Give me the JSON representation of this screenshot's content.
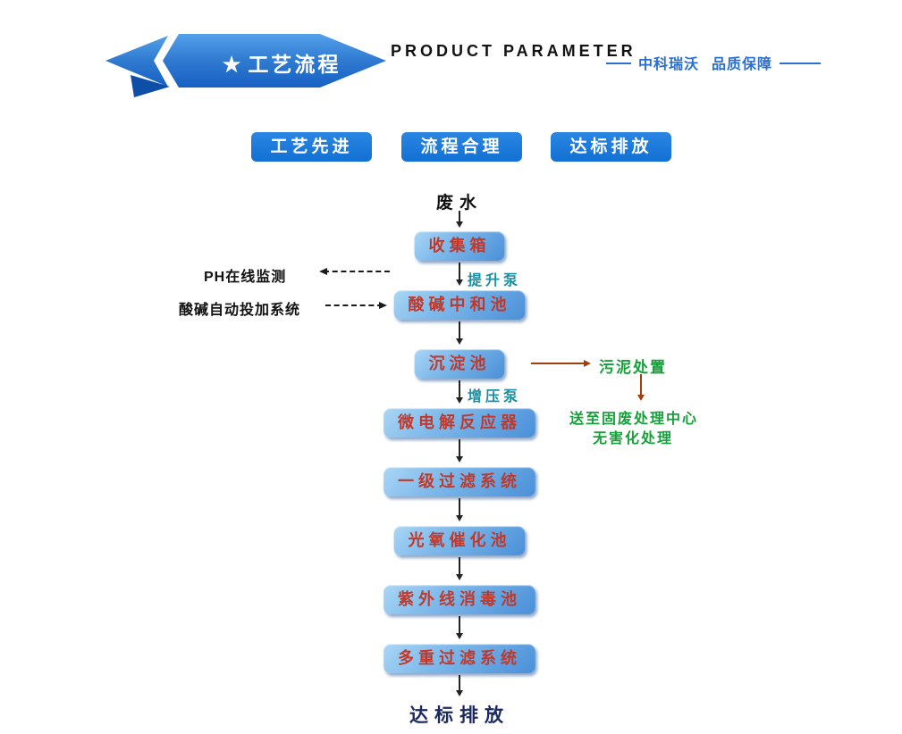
{
  "header": {
    "star": "★",
    "banner_label": "工艺流程",
    "title": "PRODUCT PARAMETER",
    "brand": "中科瑞沃",
    "slogan": "品质保障"
  },
  "badges": {
    "badge1": "工艺先进",
    "badge2": "流程合理",
    "badge3": "达标排放"
  },
  "flow": {
    "source": "废水",
    "steps": [
      "收集箱",
      "酸碱中和池",
      "沉淀池",
      "微电解反应器",
      "一级过滤系统",
      "光氧催化池",
      "紫外线消毒池",
      "多重过滤系统"
    ],
    "pump_lift": "提升泵",
    "pump_boost": "增压泵",
    "monitor_label": "PH在线监测",
    "dosing_label": "酸碱自动投加系统",
    "sludge_label": "污泥处置",
    "disposal_line1": "送至固废处理中心",
    "disposal_line2": "无害化处理",
    "outcome": "达标排放"
  },
  "colors": {
    "banner_blue": "#2f7ad0",
    "banner_dark_blue": "#0d4ea6",
    "badge_blue": "#1270d4",
    "box_gradient_top": "#aad6f5",
    "box_gradient_bottom": "#4a8fd8",
    "box_text_red": "#c0392b",
    "pump_teal": "#1d8fa0",
    "side_green": "#16a03a",
    "sludge_arrow_brown": "#a2400c",
    "outcome_navy": "#1b2a5e",
    "brand_blue": "#2a6fd2"
  }
}
